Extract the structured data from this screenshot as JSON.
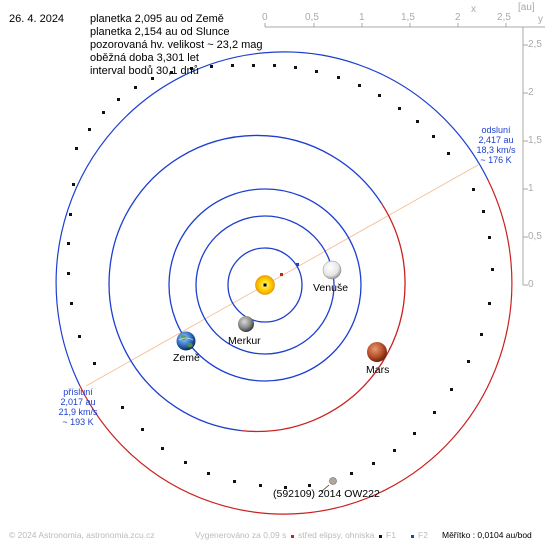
{
  "header": {
    "date": "26. 4. 2024",
    "lines": [
      "planetka 2,095 au od Země",
      "planetka 2,154 au od Slunce",
      "pozorovaná hv. velikost ~ 23,2 mag",
      "oběžná doba 3,301 let",
      "interval bodů 30,1 dnů"
    ]
  },
  "axes": {
    "top_ticks": [
      "0",
      "0,5",
      "1",
      "1,5",
      "2",
      "2,5"
    ],
    "x_label": "x",
    "unit_label": "[au]",
    "right_ticks": [
      "2,5",
      "2",
      "1,5",
      "1",
      "0,5",
      "0"
    ],
    "y_label": "y"
  },
  "bodies": {
    "venus": "Venuše",
    "mercury": "Merkur",
    "earth": "Země",
    "mars": "Mars",
    "asteroid": "(592109) 2014 OW222"
  },
  "aphelion": {
    "title": "odsluní",
    "distance": "2,417 au",
    "speed": "18,3 km/s",
    "temp": "~ 176 K"
  },
  "perihelion": {
    "title": "přísluní",
    "distance": "2,017 au",
    "speed": "21,9 km/s",
    "temp": "~ 193 K"
  },
  "footer": {
    "copyright": "© 2024 Astronomia, astronomia.zcu.cz",
    "generated": "Vygenerováno za 0,09 s",
    "center_legend": "střed elipsy, ohniska",
    "f1": "F1",
    "f2": "F2",
    "scale": "Měřítko : 0,0104 au/bod"
  },
  "colors": {
    "orbit_blue": "#1c3fd0",
    "orbit_red": "#cc1f1f",
    "apsis_line": "#f4b98a",
    "axis_gray": "#aaaaaa"
  }
}
